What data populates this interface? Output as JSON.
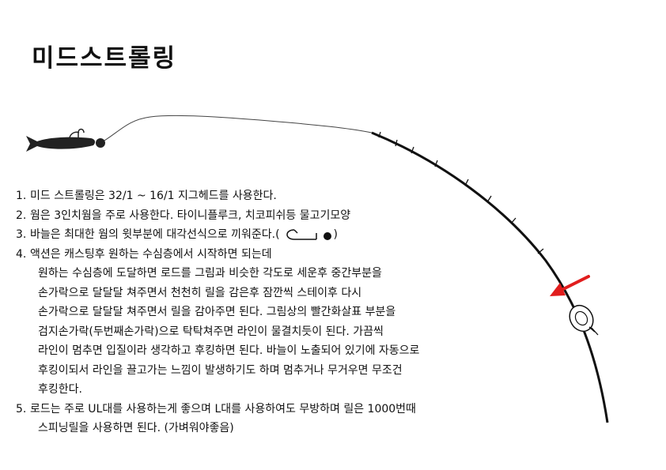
{
  "title": "미드스트롤링",
  "steps": [
    {
      "num": "1.",
      "lines": [
        "미드 스트롤링은 32/1 ~ 16/1 지그헤드를 사용한다."
      ]
    },
    {
      "num": "2.",
      "lines": [
        "웜은 3인치웜을 주로 사용한다. 타이니플루크, 치코피쉬등 물고기모양"
      ]
    },
    {
      "num": "3.",
      "lines": [
        "바늘은 최대한 웜의 윗부분에 대각선식으로 끼워준다."
      ],
      "open": "(",
      "close": ")"
    },
    {
      "num": "4.",
      "lines": [
        "액션은 캐스팅후 원하는 수심층에서 시작하면 되는데",
        "원하는 수심층에 도달하면 로드를 그림과 비슷한 각도로 세운후 중간부분을",
        "손가락으로 달달달 쳐주면서 천천히 릴을 감은후 잠깐씩 스테이후 다시",
        "손가락으로 달달달 쳐주면서 릴을 감아주면 된다. 그림상의 빨간화살표 부분을",
        "검지손가락(두번째손가락)으로 탁탁쳐주면 라인이 물결치듯이 된다. 가끔씩",
        "라인이 멈추면 입질이라 생각하고 후킹하면 된다. 바늘이 노출되어 있기에 자동으로",
        "후킹이되서 라인을 끌고가는 느낌이 발생하기도 하며 멈추거나 무거우면 무조건",
        "후킹한다."
      ]
    },
    {
      "num": "5.",
      "lines": [
        "로드는 주로 UL대를 사용하는게 좋으며 L대를 사용하여도 무방하며 릴은 1000번때",
        "스피닝릴을 사용하면 된다. (가벼워야좋음)"
      ]
    }
  ],
  "colors": {
    "ink": "#111111",
    "arrow": "#e11d1d",
    "fish": "#222222"
  },
  "icons": [
    "fish-icon",
    "jighead-icon",
    "fishing-rod",
    "spinning-reel-icon",
    "red-arrow",
    "inline-jighead-icon"
  ]
}
